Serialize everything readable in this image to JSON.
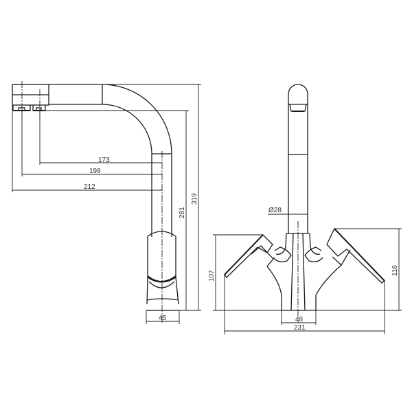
{
  "drawing": {
    "title": "Basin mixer tap technical drawing",
    "line_color": "#1a1a1a",
    "background": "#ffffff",
    "units": "mm"
  },
  "side_view": {
    "dimensions": {
      "reach_aerator_1": "173",
      "reach_aerator_2": "198",
      "reach_total": "212",
      "spout_height": "281",
      "total_height": "319",
      "base_width": "45"
    }
  },
  "front_view": {
    "dimensions": {
      "body_diameter": "Ø28",
      "left_handle_height": "107",
      "right_handle_height": "116",
      "base_width": "48",
      "total_width": "231"
    }
  }
}
